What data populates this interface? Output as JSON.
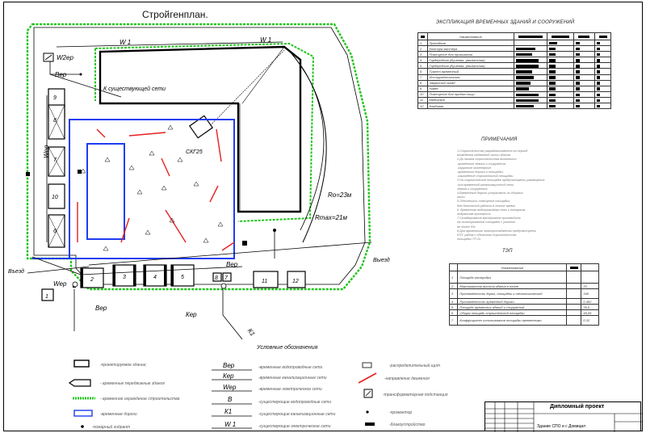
{
  "drawing": {
    "title": "Стройгенплан.",
    "labels": {
      "w1_left": "W 1",
      "w1_right": "W 1",
      "w2ep": "W2ep",
      "vep_top": "Вер",
      "k_existing": "К существующей сети",
      "wep_left": "Wер",
      "crane": "СКГ25",
      "ro": "Ro=23м",
      "rmax": "Rmax=21м",
      "entry": "Въезд",
      "exit": "Выезд",
      "wep_bottom": "Wер",
      "vep_mid": "Вер",
      "vep_low": "Вер",
      "kep": "Кер",
      "k1": "К1",
      "legend_heading": "Условные обозначения"
    },
    "numbers": [
      "9",
      "8",
      "7",
      "10",
      "6",
      "2",
      "3",
      "4",
      "5",
      "11",
      "12",
      "1",
      "8",
      "7"
    ]
  },
  "explication": {
    "title": "ЭКСПЛИКАЦИЯ ВРЕМЕННЫХ ЗДАНИЙ И СООРУЖЕНИЙ",
    "header": "Наименование",
    "rows": [
      {
        "n": "1",
        "name": "Проходная"
      },
      {
        "n": "2",
        "name": "Контора мастера"
      },
      {
        "n": "3",
        "name": "Помещение для проживания"
      },
      {
        "n": "4",
        "name": "Гардеробная (душевая, умывальная)"
      },
      {
        "n": "5",
        "name": "Гардеробная (душевая, умывальная)"
      },
      {
        "n": "6",
        "name": "Туалет временный"
      },
      {
        "n": "7",
        "name": "Инструментальная"
      },
      {
        "n": "8",
        "name": "Закрытый склад"
      },
      {
        "n": "9",
        "name": "Навес"
      },
      {
        "n": "10",
        "name": "Помещение для приёма пищи"
      },
      {
        "n": "11",
        "name": "Медпункт"
      },
      {
        "n": "12",
        "name": "Кладовая"
      }
    ]
  },
  "notes": {
    "title": "ПРИМЕЧАНИЯ",
    "lines": [
      "1.Строительство разрабатывается на период",
      "возведения надземной части здания.",
      "2.До начала строительства выполнить:",
      "-временные здания и сооружения;",
      "-наружные инженерные",
      "-временные дороги и площадки;",
      "-ограждение строительной площадки.",
      "3.На строительной площадке предусмотреть размещение",
      "-ния временной канализационной сети",
      "здания и сооружения.",
      "4.Временные дороги устраивать из сборных",
      "плит.",
      "5.Обеспечить освещение площадки,",
      "для безопасной работы в ночное время.",
      "6. Временная водопроводная сеть к пожарным",
      "гидрантам проложить.",
      "7.Складирование материалов производить",
      "на спланированной площадке с уклоном",
      "не более 5%.",
      "8.Для временного электроснабжения предусмотреть",
      "КТП, рядом с объектом строительства",
      "площадки ТП 2х."
    ]
  },
  "tep": {
    "title": "ТЭП",
    "header": "Наименование",
    "rows": [
      {
        "n": "1",
        "name": "Площадь застройки",
        "v": ""
      },
      {
        "n": "2",
        "name": "Максимальная высота здания в плане",
        "v": "33"
      },
      {
        "n": "3",
        "name": "Протяжённость дорог, площадок и технологической",
        "v": "340"
      },
      {
        "n": "4",
        "name": "Протяжённость временной дороги",
        "v": "0,462"
      },
      {
        "n": "5",
        "name": "Площадь временных зданий и сооружений",
        "v": "35,6"
      },
      {
        "n": "6",
        "name": "Общая площадь строительной площадки",
        "v": "45,55"
      },
      {
        "n": "7",
        "name": "Коэффициент использования площадки временными",
        "v": "0,32"
      }
    ]
  },
  "legend": [
    {
      "label": "-проектируемое здание;"
    },
    {
      "label": "- временные передвижные здания"
    },
    {
      "label": "- временное ограждение строительства"
    },
    {
      "label": "-временные дороги"
    },
    {
      "label": "-пожарный гидрант"
    },
    {
      "code": "Вер",
      "label": "-временные водопроводные сети"
    },
    {
      "code": "Кер",
      "label": "-временные канализационные сети"
    },
    {
      "code": "Wер",
      "label": "-временные электрические сети"
    },
    {
      "code": "В",
      "label": "-существующие водопроводные сети"
    },
    {
      "code": "К1",
      "label": "-существующие канализационные сети"
    },
    {
      "code": "W 1",
      "label": "-существующие электрические сети"
    },
    {
      "label": "-распределительный щит"
    },
    {
      "label": "-направление движения"
    },
    {
      "label": "-трансформаторная подстанция"
    },
    {
      "label": "-прожектор"
    },
    {
      "label": "-благоустройство"
    }
  ],
  "stamp": {
    "project": "Дипломный проект",
    "line2": "Здание СПО и с Домицил"
  },
  "colors": {
    "green": "#22c41e",
    "blue": "#1e3df0",
    "red": "#e62020",
    "black": "#000000"
  }
}
